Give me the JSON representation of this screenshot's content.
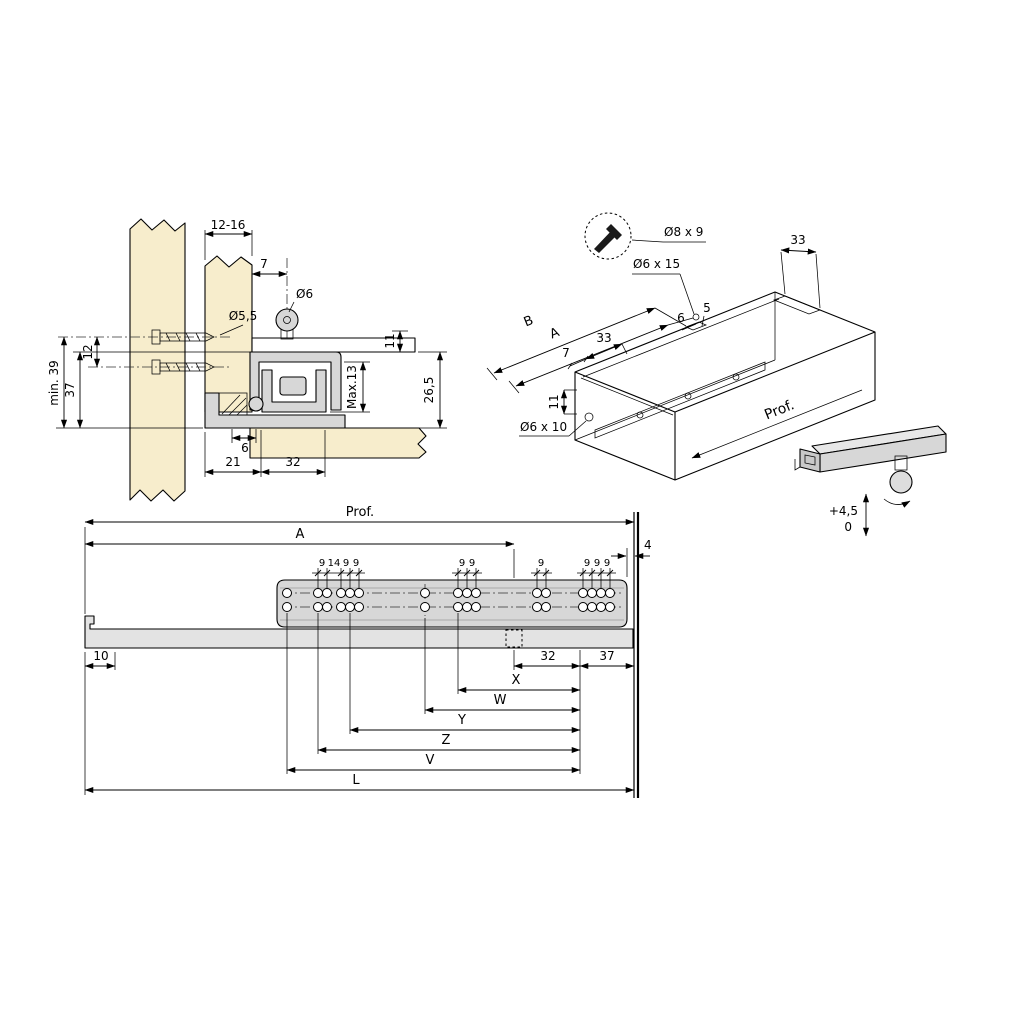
{
  "colors": {
    "wood": "#f7edcc",
    "metal": "#d7d7d7",
    "metal_light": "#e7e7e7",
    "lower_rail": "#e3e3e3",
    "end_cap": "#c9c9c9",
    "line": "#000000"
  },
  "cross_section": {
    "panel_thickness": "12-16",
    "pin_offset": "7",
    "pin_dia": "Ø6",
    "screw_dia": "Ø5,5",
    "screw_spacing": "12",
    "min_height": "min. 39",
    "height_37": "37",
    "height_11": "11",
    "height_26_5": "26,5",
    "max_13": "Max.13",
    "offset_6": "6",
    "offset_21": "21",
    "offset_32": "32"
  },
  "isometric": {
    "screw_spec": "Ø8 x 9",
    "hole_spec_top": "Ø6 x 15",
    "notch_33": "33",
    "dim_b": "B",
    "dim_a": "A",
    "edge_33": "33",
    "edge_7": "7",
    "slot_6": "6",
    "slot_5": "5",
    "front_11": "11",
    "hole_spec_front": "Ø6 x 10",
    "depth": "Prof.",
    "adjust_plus": "+4,5",
    "adjust_zero": "0"
  },
  "side_view": {
    "depth": "Prof.",
    "dim_a": "A",
    "gap_4": "4",
    "p1a": "9",
    "p1b": "14",
    "p1c": "9",
    "p1d": "9",
    "p2a": "9",
    "p2b": "9",
    "p3a": "9",
    "p4a": "9",
    "p4b": "9",
    "p4c": "9",
    "offset_10": "10",
    "offset_32": "32",
    "offset_37": "37",
    "dim_x": "X",
    "dim_w": "W",
    "dim_y": "Y",
    "dim_z": "Z",
    "dim_v": "V",
    "dim_l": "L"
  }
}
